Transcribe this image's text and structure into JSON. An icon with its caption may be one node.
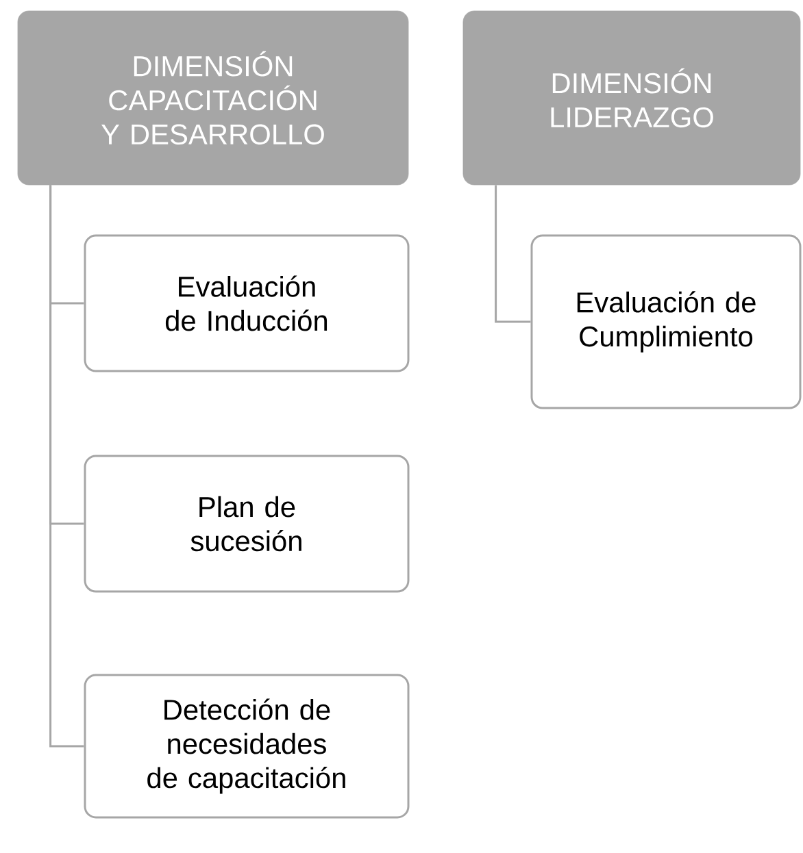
{
  "diagram": {
    "nodes": [
      {
        "text": [
          "DIMENSIÓN CAPACITACIÓN Y DESARROLLO"
        ]
      },
      {
        "text": [
          "Evaluación de Inducción"
        ]
      },
      {
        "text": [
          "Plan de sucesión"
        ]
      },
      {
        "text": [
          "Detección de necesidades de capacitación"
        ]
      },
      {
        "text": [
          "DIMENSIÓN LIDERAZGO"
        ]
      },
      {
        "text": [
          "Evaluación de Cumplimiento"
        ]
      }
    ],
    "edges": [
      {
        "from": 0,
        "to": 1,
        "arrow": "none"
      },
      {
        "from": 0,
        "to": 2,
        "arrow": "none"
      },
      {
        "from": 0,
        "to": 3,
        "arrow": "none"
      },
      {
        "from": 4,
        "to": 5,
        "arrow": "none"
      }
    ]
  }
}
